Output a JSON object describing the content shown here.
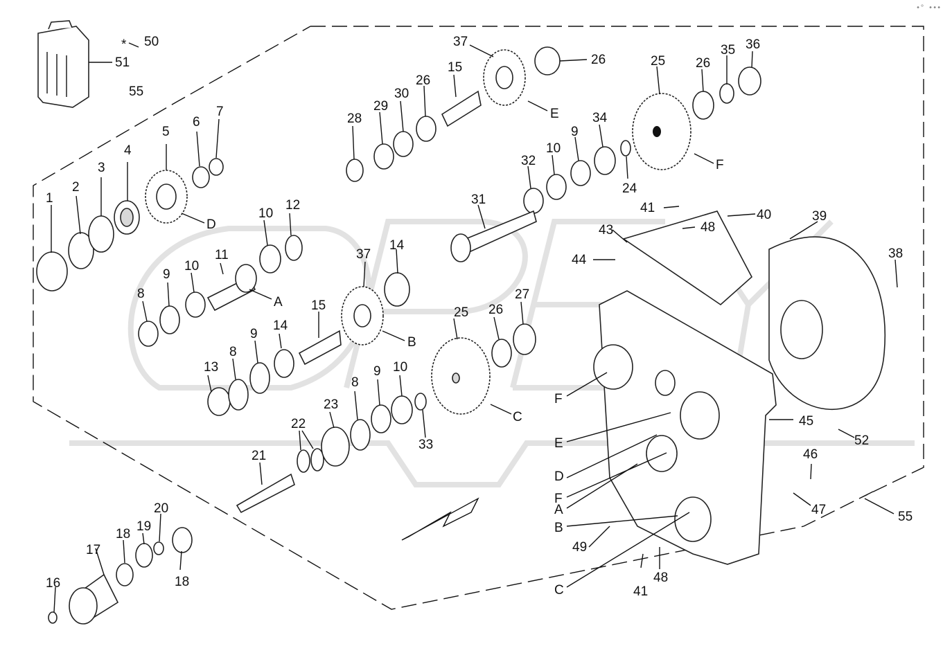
{
  "title_mark": "•° •••",
  "colors": {
    "line": "#111111",
    "watermark": "#e2e2e2"
  },
  "parts": [
    {
      "id": "p1",
      "num": "1"
    },
    {
      "id": "p2",
      "num": "2"
    },
    {
      "id": "p3",
      "num": "3"
    },
    {
      "id": "p4",
      "num": "4"
    },
    {
      "id": "p5",
      "num": "5"
    },
    {
      "id": "p6",
      "num": "6"
    },
    {
      "id": "p7",
      "num": "7"
    },
    {
      "id": "p8a",
      "num": "8"
    },
    {
      "id": "p8b",
      "num": "8"
    },
    {
      "id": "p8c",
      "num": "8"
    },
    {
      "id": "p9a",
      "num": "9"
    },
    {
      "id": "p9b",
      "num": "9"
    },
    {
      "id": "p9c",
      "num": "9"
    },
    {
      "id": "p9d",
      "num": "9"
    },
    {
      "id": "p10a",
      "num": "10"
    },
    {
      "id": "p10b",
      "num": "10"
    },
    {
      "id": "p10c",
      "num": "10"
    },
    {
      "id": "p10d",
      "num": "10"
    },
    {
      "id": "p11",
      "num": "11"
    },
    {
      "id": "p12",
      "num": "12"
    },
    {
      "id": "p13",
      "num": "13"
    },
    {
      "id": "p14a",
      "num": "14"
    },
    {
      "id": "p14b",
      "num": "14"
    },
    {
      "id": "p15a",
      "num": "15"
    },
    {
      "id": "p15b",
      "num": "15"
    },
    {
      "id": "p16",
      "num": "16"
    },
    {
      "id": "p17",
      "num": "17"
    },
    {
      "id": "p18a",
      "num": "18"
    },
    {
      "id": "p18b",
      "num": "18"
    },
    {
      "id": "p19",
      "num": "19"
    },
    {
      "id": "p20",
      "num": "20"
    },
    {
      "id": "p21",
      "num": "21"
    },
    {
      "id": "p22",
      "num": "22"
    },
    {
      "id": "p23",
      "num": "23"
    },
    {
      "id": "p24",
      "num": "24"
    },
    {
      "id": "p25a",
      "num": "25"
    },
    {
      "id": "p25b",
      "num": "25"
    },
    {
      "id": "p26a",
      "num": "26"
    },
    {
      "id": "p26b",
      "num": "26"
    },
    {
      "id": "p26c",
      "num": "26"
    },
    {
      "id": "p26d",
      "num": "26"
    },
    {
      "id": "p27",
      "num": "27"
    },
    {
      "id": "p28",
      "num": "28"
    },
    {
      "id": "p29",
      "num": "29"
    },
    {
      "id": "p30",
      "num": "30"
    },
    {
      "id": "p31",
      "num": "31"
    },
    {
      "id": "p32",
      "num": "32"
    },
    {
      "id": "p33",
      "num": "33"
    },
    {
      "id": "p34",
      "num": "34"
    },
    {
      "id": "p35",
      "num": "35"
    },
    {
      "id": "p36",
      "num": "36"
    },
    {
      "id": "p37a",
      "num": "37"
    },
    {
      "id": "p37b",
      "num": "37"
    },
    {
      "id": "p38",
      "num": "38"
    },
    {
      "id": "p39",
      "num": "39"
    },
    {
      "id": "p40",
      "num": "40"
    },
    {
      "id": "p41a",
      "num": "41"
    },
    {
      "id": "p41b",
      "num": "41"
    },
    {
      "id": "p43",
      "num": "43"
    },
    {
      "id": "p44",
      "num": "44"
    },
    {
      "id": "p45",
      "num": "45"
    },
    {
      "id": "p46",
      "num": "46"
    },
    {
      "id": "p47",
      "num": "47"
    },
    {
      "id": "p48a",
      "num": "48"
    },
    {
      "id": "p48b",
      "num": "48"
    },
    {
      "id": "p49",
      "num": "49"
    },
    {
      "id": "p50",
      "num": "50"
    },
    {
      "id": "p51",
      "num": "51"
    },
    {
      "id": "p52",
      "num": "52"
    },
    {
      "id": "p55a",
      "num": "55"
    },
    {
      "id": "p55b",
      "num": "55"
    }
  ],
  "asterisk": "*",
  "letters": {
    "gear_A": "A",
    "gear_B": "B",
    "gear_C": "C",
    "gear_D": "D",
    "gear_E": "E",
    "gear_F": "F",
    "house_F1": "F",
    "house_E": "E",
    "house_D": "D",
    "house_F2": "F",
    "house_A": "A",
    "house_B": "B",
    "house_C": "C"
  }
}
